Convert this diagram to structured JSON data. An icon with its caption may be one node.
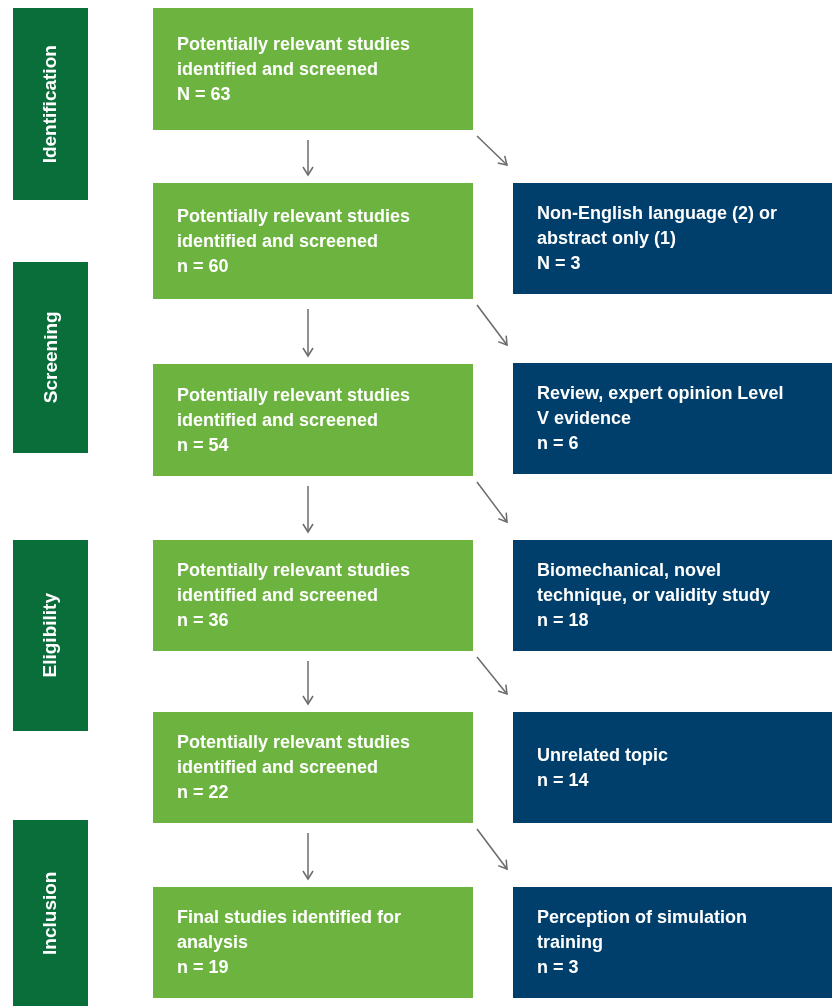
{
  "diagram": {
    "nodes": [
      {
        "text": [
          "Identification"
        ]
      },
      {
        "text": [
          "Screening"
        ]
      },
      {
        "text": [
          "Eligibility"
        ]
      },
      {
        "text": [
          "Inclusion"
        ]
      },
      {
        "text": [
          "Potentially relevant studies identified and screened",
          "N = 63"
        ]
      },
      {
        "text": [
          "Potentially relevant studies identified and screened",
          "n = 60"
        ]
      },
      {
        "text": [
          "Potentially relevant studies identified and screened",
          "n = 54"
        ]
      },
      {
        "text": [
          "Potentially relevant studies identified and screened",
          "n = 36"
        ]
      },
      {
        "text": [
          "Potentially relevant studies identified and screened",
          "n = 22"
        ]
      },
      {
        "text": [
          "Final studies identified for analysis",
          "n = 19"
        ]
      },
      {
        "text": [
          "Non-English language (2) or abstract only (1)",
          "N = 3"
        ]
      },
      {
        "text": [
          "Review, expert opinion Level V evidence",
          "n = 6"
        ]
      },
      {
        "text": [
          "Biomechanical, novel technique, or validity study",
          "n = 18"
        ]
      },
      {
        "text": [
          "Unrelated topic",
          "n = 14"
        ]
      },
      {
        "text": [
          "Perception of simulation training",
          "n = 3"
        ]
      }
    ],
    "edges": [
      {
        "from": 4,
        "to": 5,
        "arrow": "to"
      },
      {
        "from": 4,
        "to": 10,
        "arrow": "to"
      },
      {
        "from": 5,
        "to": 6,
        "arrow": "to"
      },
      {
        "from": 5,
        "to": 11,
        "arrow": "to"
      },
      {
        "from": 6,
        "to": 7,
        "arrow": "to"
      },
      {
        "from": 6,
        "to": 12,
        "arrow": "to"
      },
      {
        "from": 7,
        "to": 8,
        "arrow": "to"
      },
      {
        "from": 7,
        "to": 13,
        "arrow": "to"
      },
      {
        "from": 8,
        "to": 9,
        "arrow": "to"
      },
      {
        "from": 8,
        "to": 14,
        "arrow": "to"
      }
    ]
  }
}
